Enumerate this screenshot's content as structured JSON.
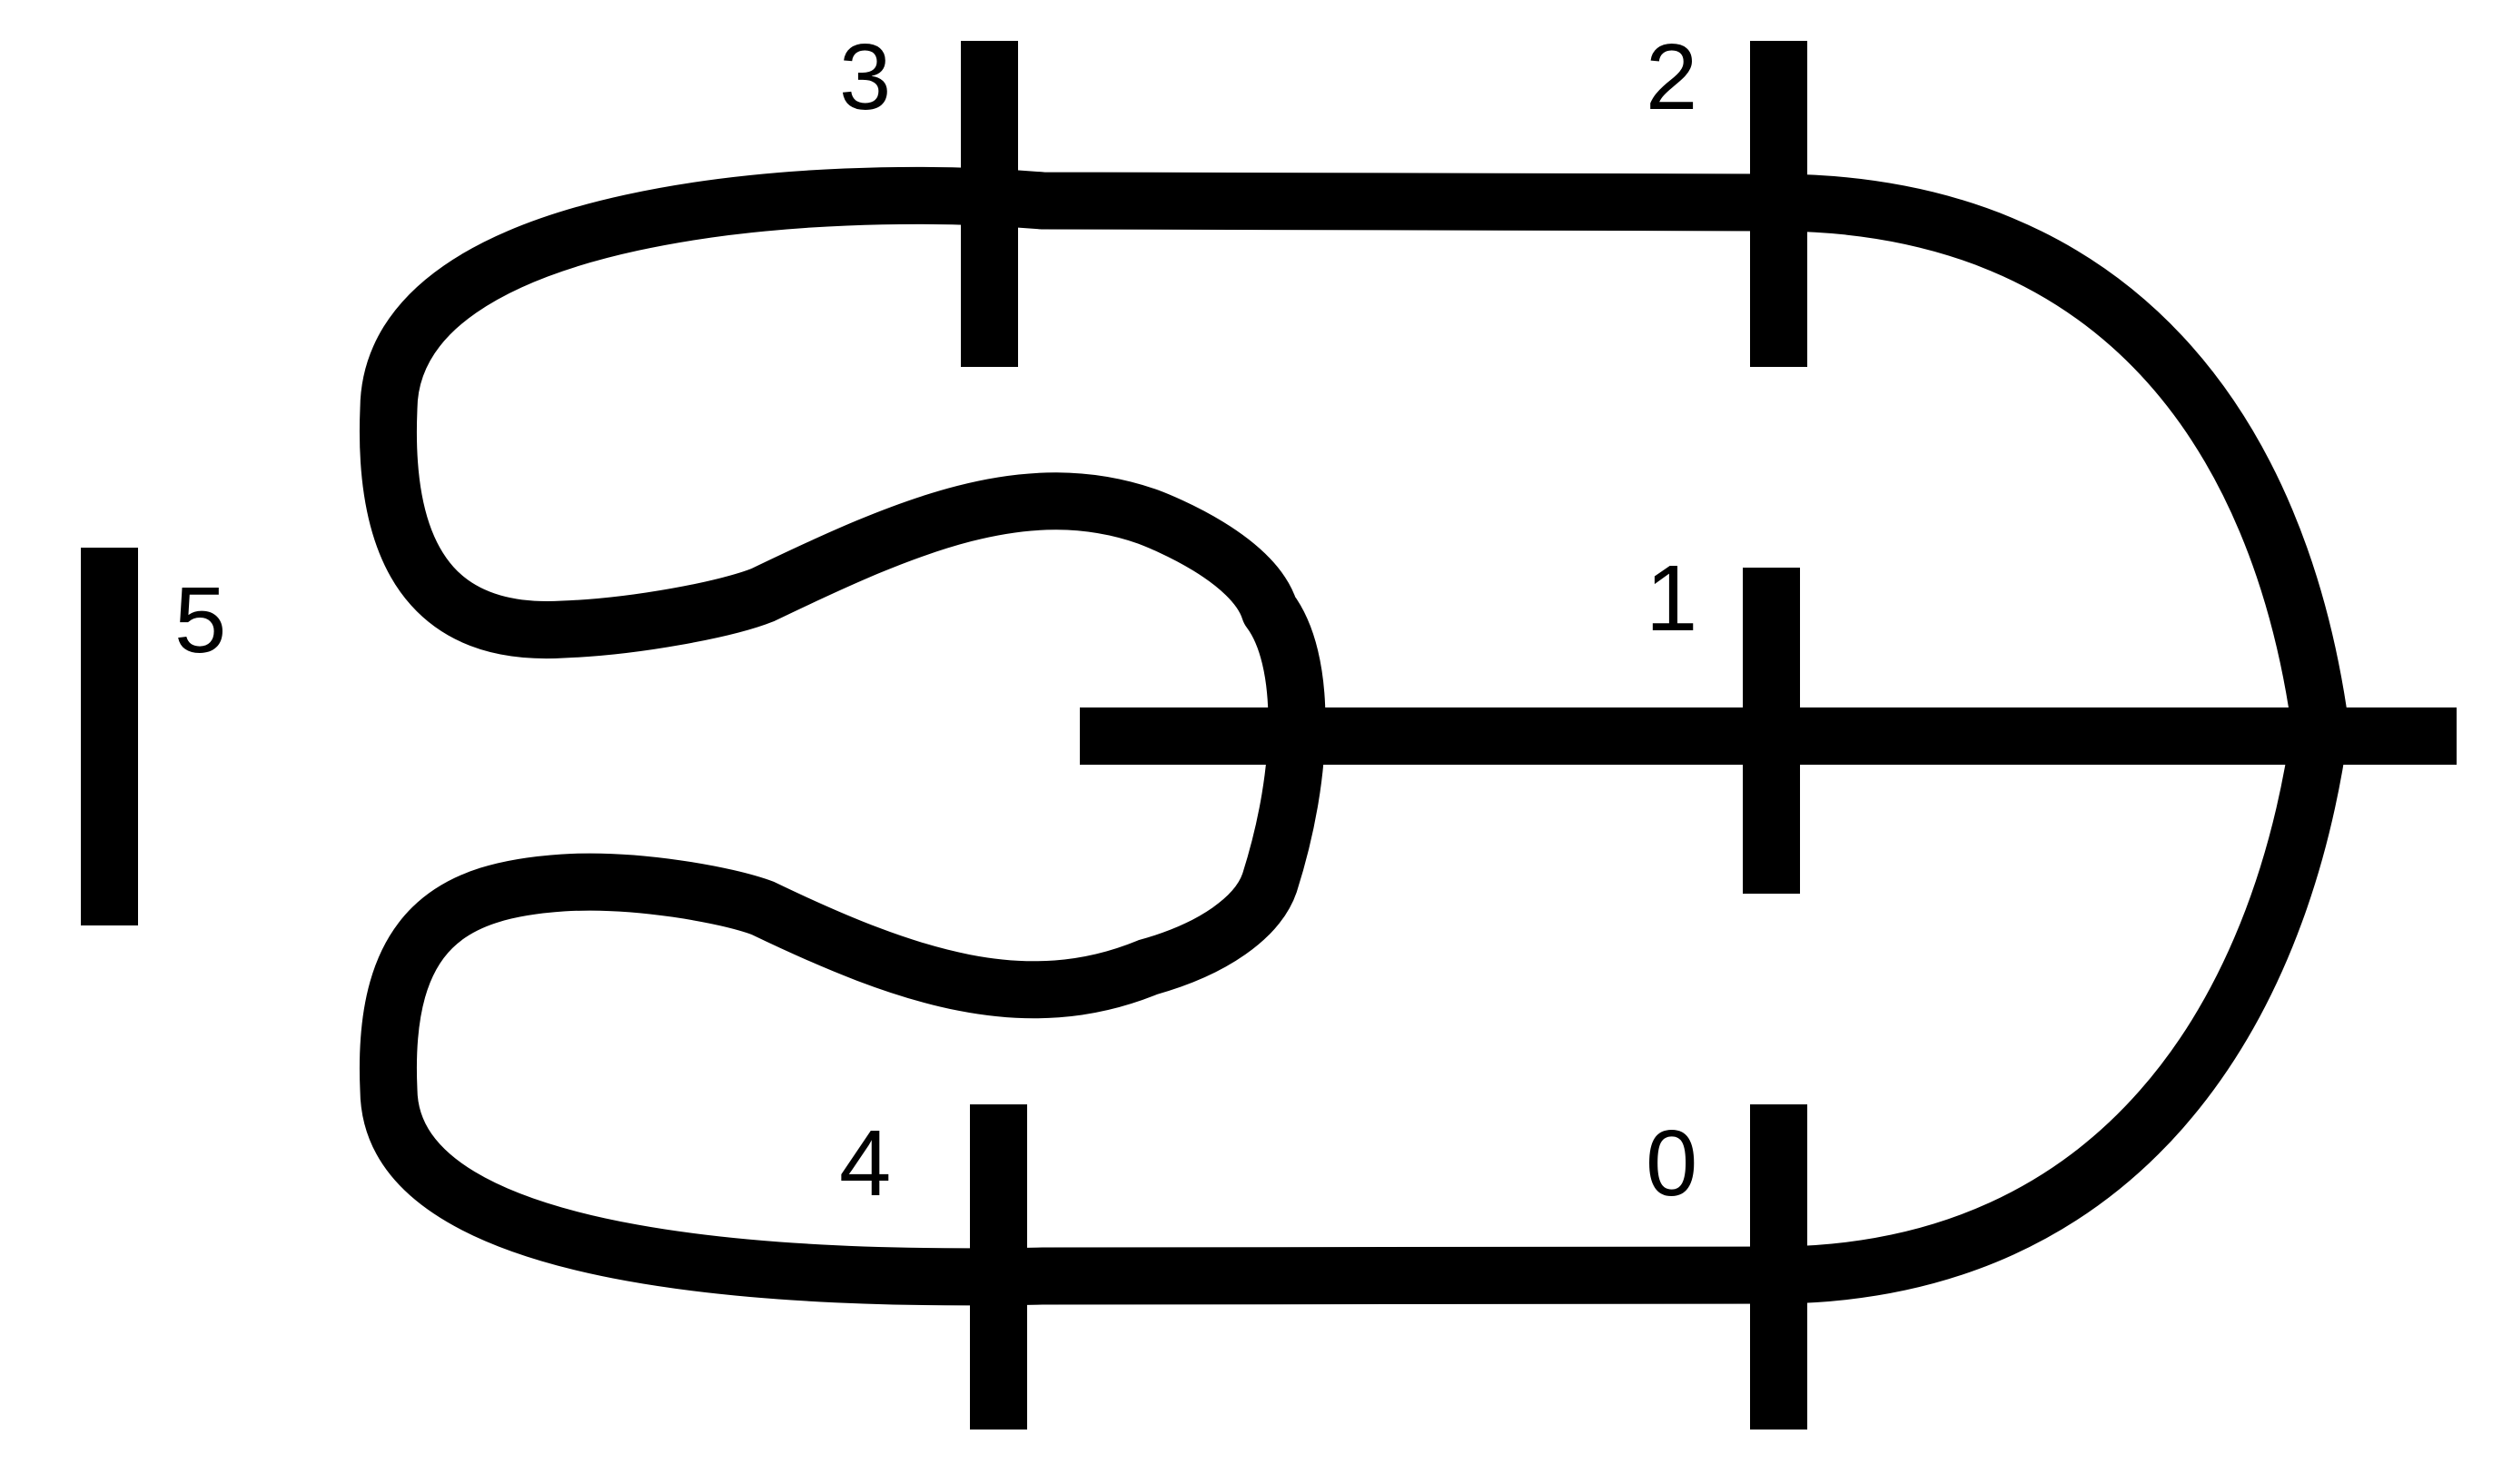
{
  "diagram": {
    "stroke_color": "#000000",
    "background_color": "#ffffff",
    "labels": {
      "bar_0": "0",
      "bar_1": "1",
      "bar_2": "2",
      "bar_3": "3",
      "bar_4": "4",
      "bar_5": "5"
    }
  }
}
